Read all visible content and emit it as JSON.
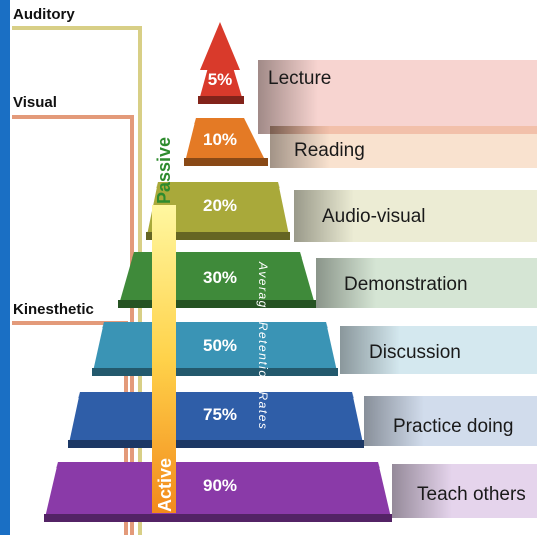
{
  "learning_styles": {
    "auditory": "Auditory",
    "visual": "Visual",
    "kinesthetic": "Kinesthetic"
  },
  "axis": {
    "passive": "Passive",
    "active": "Active",
    "retention": "Average Retention Rates"
  },
  "layers": [
    {
      "pct": "5%",
      "label": "Lecture",
      "color": "#d93a2b"
    },
    {
      "pct": "10%",
      "label": "Reading",
      "color": "#e47a25"
    },
    {
      "pct": "20%",
      "label": "Audio-visual",
      "color": "#a9a93a"
    },
    {
      "pct": "30%",
      "label": "Demonstration",
      "color": "#3f8a3a"
    },
    {
      "pct": "50%",
      "label": "Discussion",
      "color": "#3a94b5"
    },
    {
      "pct": "75%",
      "label": "Practice doing",
      "color": "#2f5ea8"
    },
    {
      "pct": "90%",
      "label": "Teach others",
      "color": "#8a3aa8"
    }
  ],
  "colors": {
    "left_bar": "#1a6fc4",
    "auditory_line": "#d8cf86",
    "visual_line": "#e39a7a",
    "kinesthetic_line": "#e39a7a"
  }
}
